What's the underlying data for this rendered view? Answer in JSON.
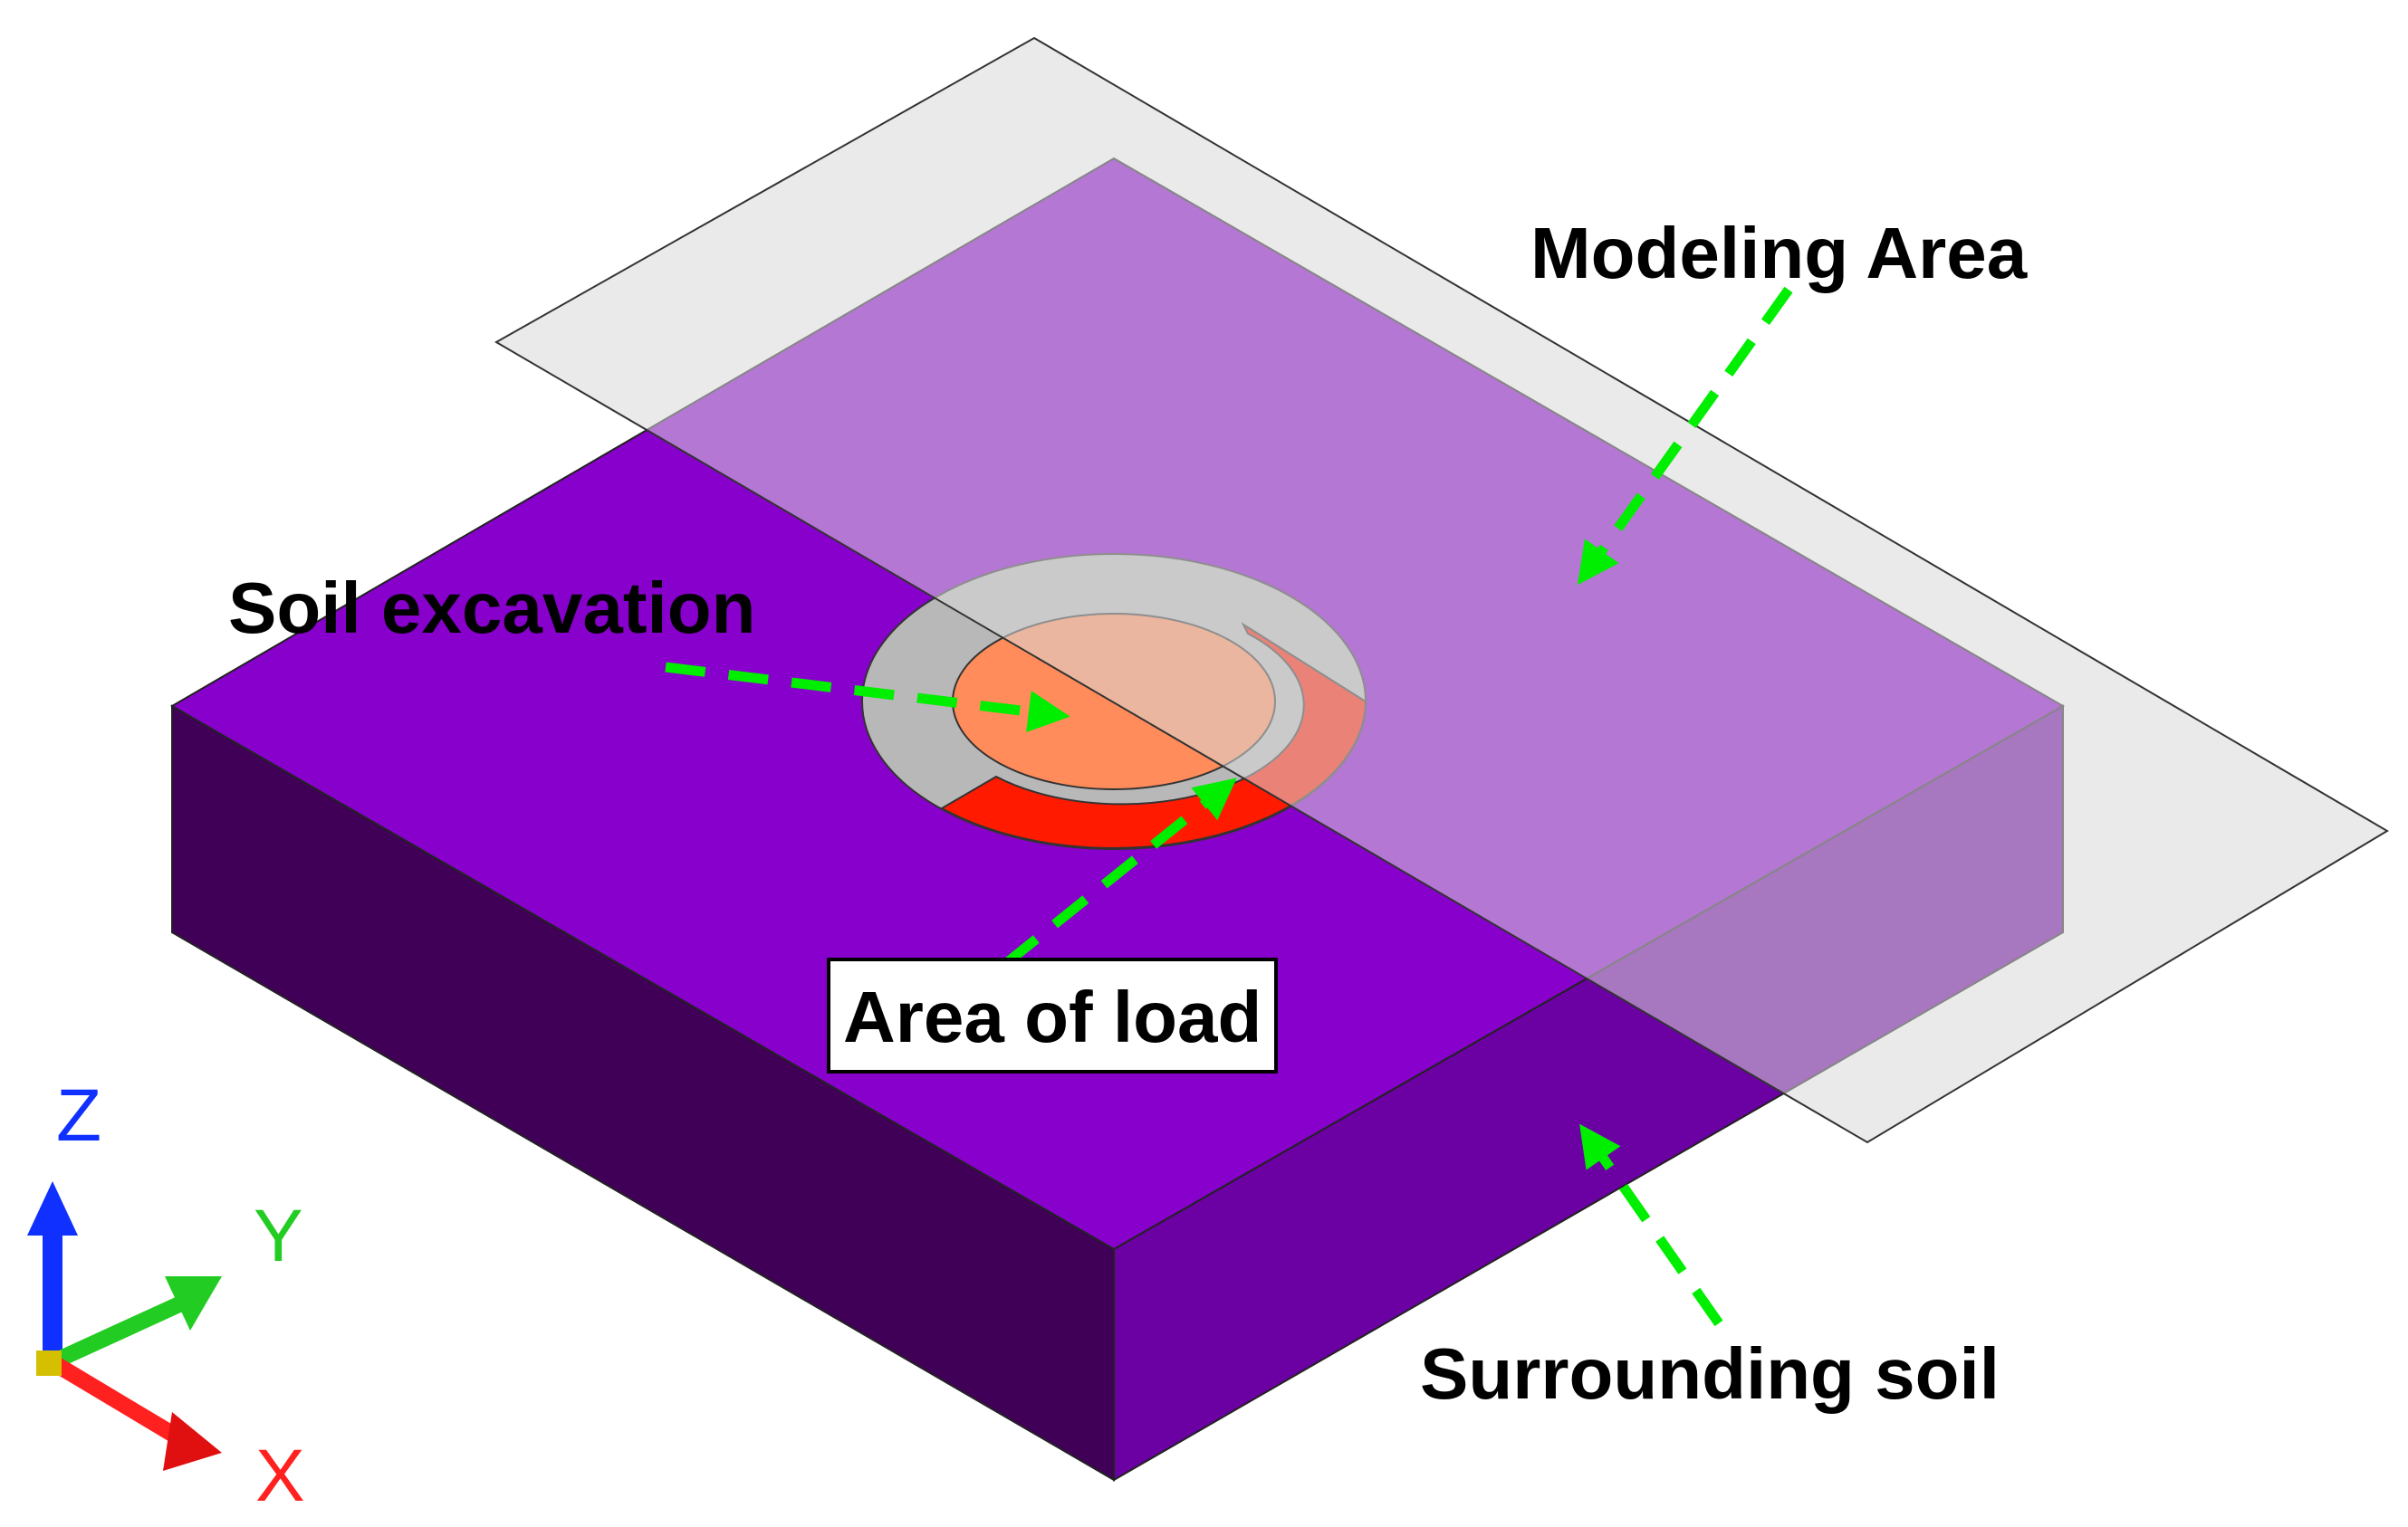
{
  "labels": {
    "modeling_area": "Modeling Area",
    "soil_excavation": "Soil excavation",
    "area_of_load": "Area of  load",
    "surrounding_soil": "Surrounding soil"
  },
  "axes": {
    "x": "X",
    "y": "Y",
    "z": "Z"
  },
  "colors": {
    "soil_top": "#8800cc",
    "soil_left": "#410058",
    "soil_right": "#6b00a3",
    "plane_fill": "#d9d9d9",
    "excavation": "#ff8c5a",
    "ring_grey": "#b8b8b8",
    "load_red": "#ff1a00",
    "arrow_green": "#00ee00",
    "axis_x": "#ff2020",
    "axis_y": "#22cc22",
    "axis_z": "#1030ff"
  }
}
